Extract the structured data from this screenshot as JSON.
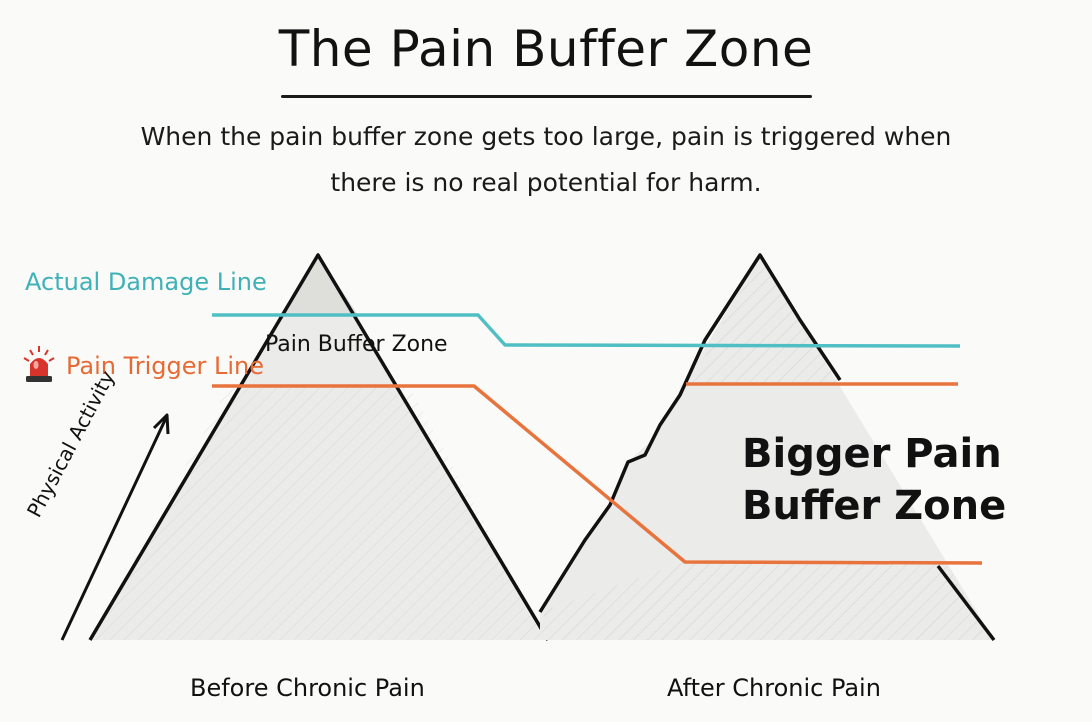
{
  "title": "The Pain Buffer Zone",
  "subtitle_line1": "When the pain buffer zone gets too large, pain is triggered when",
  "subtitle_line2": "there is no real potential for harm.",
  "labels": {
    "actual_damage_line": "Actual Damage Line",
    "pain_buffer_zone": "Pain Buffer Zone",
    "pain_trigger_line": "Pain Trigger Line",
    "bigger_line1": "Bigger Pain",
    "bigger_line2": "Buffer Zone",
    "physical_activity": "Physical Activity",
    "before": "Before Chronic Pain",
    "after": "After Chronic Pain"
  },
  "colors": {
    "damage_line": "#4fbfc4",
    "trigger_line": "#e8733c",
    "mountain_outline": "#111111",
    "mountain_fill": "#e9e9e6",
    "alarm_icon": "#d9342b"
  },
  "icons": {
    "alarm": "siren-icon"
  }
}
